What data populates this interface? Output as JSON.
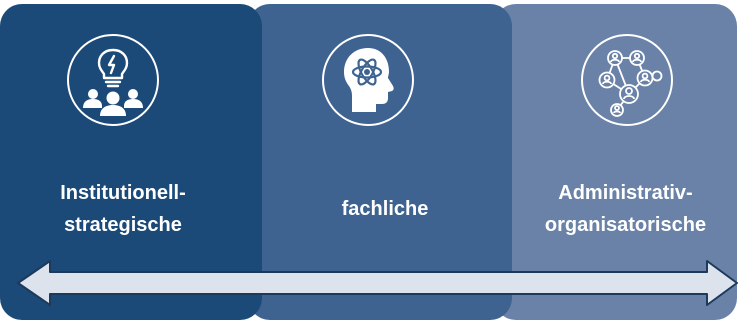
{
  "panels": [
    {
      "id": "institutional",
      "label": "Institutionell-\nstrategische",
      "icon": "lightbulb-team-icon",
      "color": "#1b4a78"
    },
    {
      "id": "fachlich",
      "label": "fachliche",
      "icon": "head-atom-icon",
      "color": "#3e6390"
    },
    {
      "id": "administrativ",
      "label": "Administrativ-\norganisatorische",
      "icon": "people-network-icon",
      "color": "#6a82a7"
    }
  ],
  "arrow": {
    "type": "double-headed-arrow",
    "fill": "#dde3ec",
    "stroke": "#1b3a5c"
  }
}
